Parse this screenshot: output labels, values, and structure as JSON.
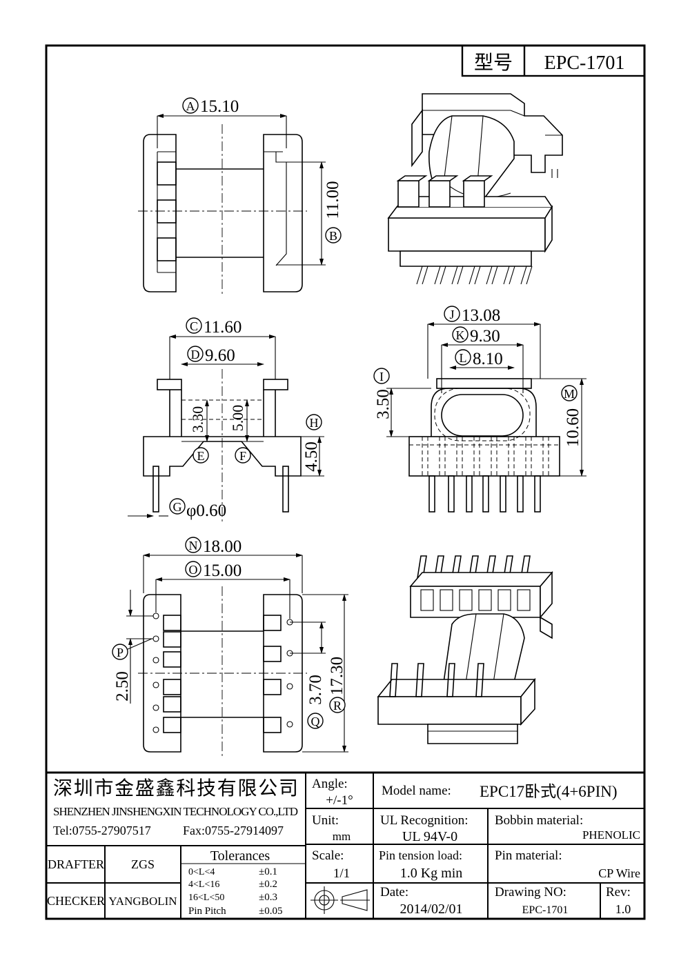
{
  "title_block": {
    "model_label": "型号",
    "model_value": "EPC-1701",
    "company_cn": "深圳市金盛鑫科技有限公司",
    "company_en": "SHENZHEN JINSHENGXIN TECHNOLOGY CO.,LTD",
    "tel": "Tel:0755-27907517",
    "fax": "Fax:0755-27914097",
    "angle_label": "Angle:",
    "angle_value": "+/-1°",
    "unit_label": "Unit:",
    "unit_value": "mm",
    "scale_label": "Scale:",
    "scale_value": "1/1",
    "model_name_label": "Model name:",
    "model_name_value": "EPC17卧式(4+6PIN)",
    "ul_label": "UL Recognition:",
    "ul_value": "UL 94V-0",
    "bobbin_label": "Bobbin material:",
    "bobbin_value": "PHENOLIC",
    "pin_tension_label": "Pin tension load:",
    "pin_tension_value": "1.0 Kg min",
    "pin_material_label": "Pin material:",
    "pin_material_value": "CP Wire",
    "date_label": "Date:",
    "date_value": "2014/02/01",
    "drawing_no_label": "Drawing NO:",
    "drawing_no_value": "EPC-1701",
    "rev_label": "Rev:",
    "rev_value": "1.0",
    "drafter_label": "DRAFTER",
    "drafter_value": "ZGS",
    "checker_label": "CHECKER",
    "checker_value": "YANGBOLIN",
    "tolerances_title": "Tolerances",
    "tolerances": [
      {
        "range": "0<L<4",
        "value": "±0.1"
      },
      {
        "range": "4<L<16",
        "value": "±0.2"
      },
      {
        "range": "16<L<50",
        "value": "±0.3"
      },
      {
        "range": "Pin Pitch",
        "value": "±0.05"
      }
    ]
  },
  "dimensions": {
    "A": {
      "letter": "A",
      "value": "15.10"
    },
    "B": {
      "letter": "B",
      "value": "11.00"
    },
    "C": {
      "letter": "C",
      "value": "11.60"
    },
    "D": {
      "letter": "D",
      "value": "9.60"
    },
    "E": {
      "letter": "E",
      "value": "3.30"
    },
    "F": {
      "letter": "F",
      "value": "5.00"
    },
    "G": {
      "letter": "G",
      "value": "φ0.60"
    },
    "H": {
      "letter": "H",
      "value": "4.50"
    },
    "I": {
      "letter": "I",
      "value": "3.50"
    },
    "J": {
      "letter": "J",
      "value": "13.08"
    },
    "K": {
      "letter": "K",
      "value": "9.30"
    },
    "L": {
      "letter": "L",
      "value": "8.10"
    },
    "M": {
      "letter": "M",
      "value": "10.60"
    },
    "N": {
      "letter": "N",
      "value": "18.00"
    },
    "O": {
      "letter": "O",
      "value": "15.00"
    },
    "P": {
      "letter": "P",
      "value": "2.50"
    },
    "Q": {
      "letter": "Q",
      "value": "3.70"
    },
    "R": {
      "letter": "R",
      "value": "17.30"
    }
  }
}
